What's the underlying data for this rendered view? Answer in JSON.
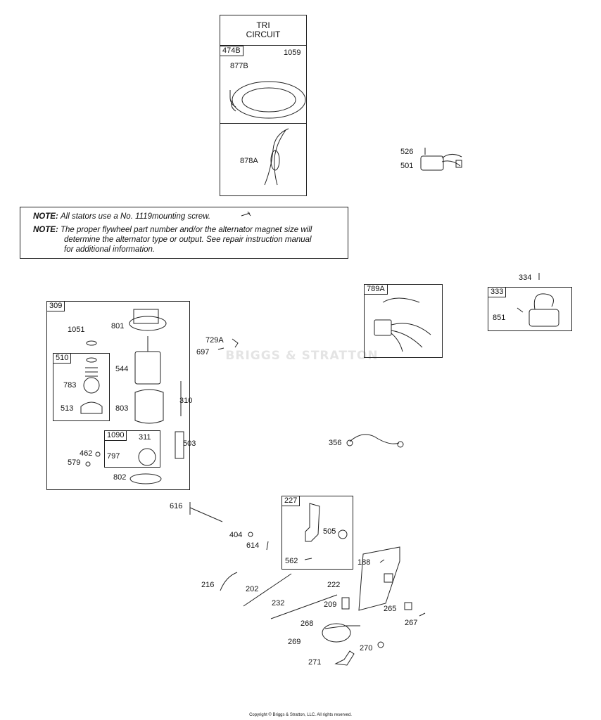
{
  "tri_circuit": {
    "title_line1": "TRI",
    "title_line2": "CIRCUIT",
    "kit": "474B",
    "screw": "1059",
    "stator": "877B",
    "harness": "878A"
  },
  "regulator": {
    "screw": "526",
    "part": "501"
  },
  "note": {
    "prefix": "NOTE:",
    "line1": "All stators use a No. 1119mounting screw.",
    "line2a": "The proper flywheel part number and/or the alternator magnet size will",
    "line2b": "determine the alternator type or output. See repair instruction manual",
    "line2c": "for additional information."
  },
  "starter": {
    "kit": "309",
    "parts": [
      "1051",
      "801",
      "544",
      "803",
      "310",
      "503",
      "462",
      "579",
      "802"
    ],
    "drive_kit": "510",
    "drive_parts": [
      "783",
      "513"
    ],
    "brush_kit": "1090",
    "brush_parts": [
      "311",
      "797"
    ]
  },
  "bracket_parts": [
    "729A",
    "697"
  ],
  "harness_kit": "789A",
  "ignition": {
    "screw": "334",
    "kit": "333",
    "part": "851"
  },
  "ground_wire": "356",
  "governor": {
    "shaft": "616",
    "washer": "404",
    "pin": "614",
    "lever_kit": "227",
    "nut": "505",
    "bolt": "562"
  },
  "control": {
    "parts": [
      "188",
      "216",
      "202",
      "232",
      "222",
      "209",
      "265",
      "267",
      "268",
      "269",
      "270",
      "271"
    ]
  },
  "watermark": "BRIGGS & STRATTON",
  "copyright": "Copyright © Briggs & Stratton, LLC. All rights reserved."
}
